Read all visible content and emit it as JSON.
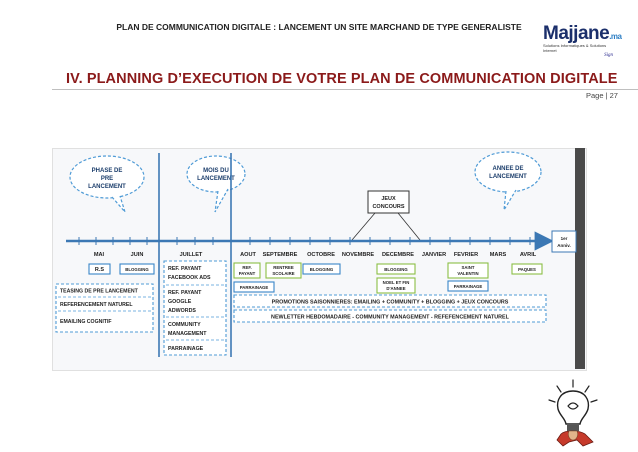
{
  "header": {
    "doc_title": "PLAN DE COMMUNICATION DIGITALE : LANCEMENT UN SITE MARCHAND DE TYPE GENERALISTE",
    "logo_text": "Majjane",
    "logo_suffix": ".ma",
    "logo_subtitle": "Solutions Informatiques & Solutions Internet",
    "logo_signature": "Sign"
  },
  "section": {
    "title": "IV. PLANNING D’EXECUTION DE VOTRE PLAN DE COMMUNICATION DIGITALE",
    "page_label": "Page | 27"
  },
  "diagram": {
    "bubbles": {
      "phase": [
        "PHASE DE",
        "PRE",
        "LANCEMENT"
      ],
      "mois": [
        "MOIS DU",
        "LANCEMENT"
      ],
      "annee": [
        "ANNEE DE",
        "LANCEMENT"
      ]
    },
    "jeux": [
      "JEUX",
      "CONCOURS"
    ],
    "end_label": [
      "1er",
      "Anniv."
    ],
    "months": [
      "MAI",
      "JUIN",
      "JUILLET",
      "AOUT",
      "SEPTEMBRE",
      "OCTOBRE",
      "NOVEMBRE",
      "DECEMBRE",
      "JANVIER",
      "FEVRIER",
      "MARS",
      "AVRIL"
    ],
    "small_boxes": {
      "rs": "R.S",
      "blogging_juin": "BLOGGING",
      "ref_payant": [
        "REF.",
        "PAYANT"
      ],
      "rentree": [
        "RENTREE",
        "SCOLAIRE"
      ],
      "blogging_oct": "BLOGGING",
      "blogging_dec": "BLOGGING",
      "noel": [
        "NOEL ET FIN",
        "D'ANNEE"
      ],
      "saint_valentin": [
        "SAINT",
        "VALENTIN"
      ],
      "parrainage_fev": "PARRAINAGE",
      "paques": "PAQUES",
      "parrainage_aout": "PARRAINAGE"
    },
    "left_items": [
      "TEASING DE PRE LANCEMENT",
      "REFERENCEMENT NATUREL",
      "EMAILING COGNITIF"
    ],
    "juillet_items": [
      "REF. PAYANT",
      "FACEBOOK ADS",
      "REF. PAYANT",
      "GOOGLE",
      "ADWORDS",
      "COMMUNITY",
      "MANAGEMENT",
      "PARRAINAGE"
    ],
    "promo_bar": "PROMOTIONS SAISONNIERES: EMAILING + COMMUNITY + BLOGGING + JEUX CONCOURS",
    "newsletter_bar": "NEWLETTER HEBDOMADAIRE - COMMUNITY MANAGEMENT - REFEFENCEMENT NATUREL"
  },
  "colors": {
    "title": "#8b1a1a",
    "timeline": "#3c78b4",
    "box_blue": "#3a86c8",
    "box_green": "#8bbf45",
    "bubble_border": "#4f9bd6"
  }
}
